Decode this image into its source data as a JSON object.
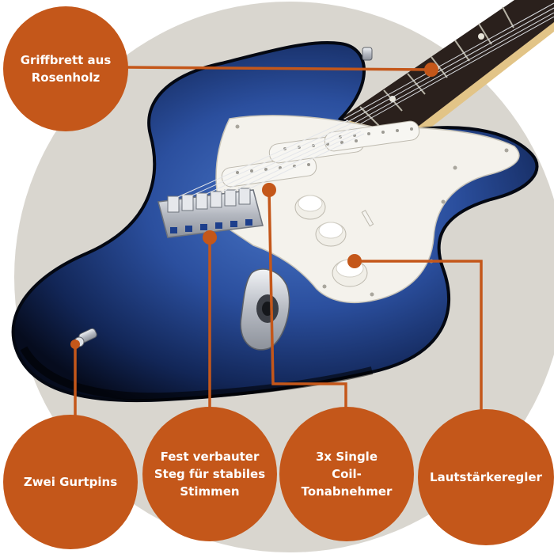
{
  "colors": {
    "accent": "#c4571a",
    "background_circle": "#d9d6cf",
    "guitar_body_dark": "#0c1a3a",
    "guitar_body_blue": "#2b4f9e",
    "pickguard": "#f4f2ec",
    "fretboard": "#2a201c",
    "chrome": "#c9ccd2"
  },
  "callouts": {
    "fretboard": "Griffbrett aus\nRosenholz",
    "strap_pins": "Zwei Gurtpins",
    "bridge": "Fest verbauter\nSteg für stabiles\nStimmen",
    "pickups": "3x Single\nCoil-Tonabnehmer",
    "volume": "Lautstärkeregler"
  },
  "image": {
    "subject": "blue sunburst electric guitar with white pickguard",
    "icons": [
      "guitar-photo",
      "pickup-icon",
      "bridge-icon",
      "knob-icon",
      "strap-pin-icon",
      "output-jack-icon"
    ]
  }
}
